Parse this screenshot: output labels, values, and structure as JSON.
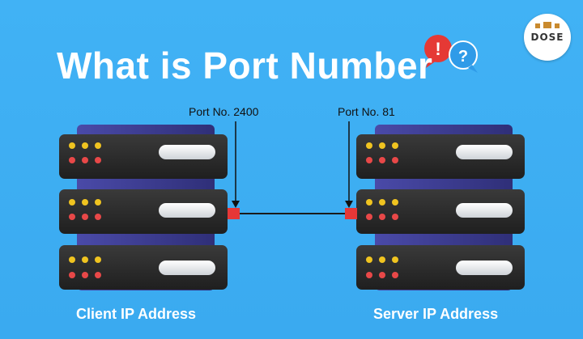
{
  "title": "What is Port Number",
  "logo": {
    "text": "DOSE"
  },
  "badges": {
    "exclaim": "!",
    "question": "?"
  },
  "client": {
    "port_label": "Port No. 2400",
    "caption": "Client IP Address"
  },
  "server": {
    "port_label": "Port No. 81",
    "caption": "Server IP Address"
  },
  "colors": {
    "background": "#3cacf2",
    "rack_body": "#2b2b2b",
    "rack_top": "#3d3d8f",
    "led_yellow": "#f0c420",
    "led_red": "#e84848",
    "port": "#e63737",
    "badge_red": "#e53935",
    "badge_blue": "#2f9be8"
  }
}
